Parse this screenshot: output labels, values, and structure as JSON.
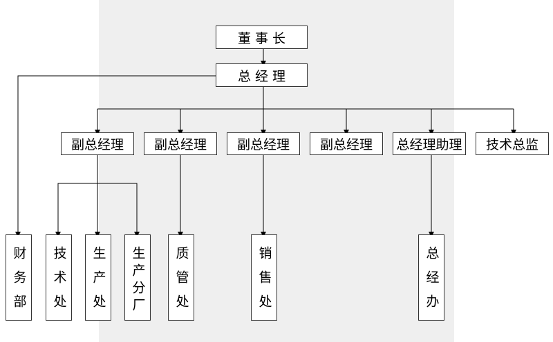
{
  "chairman": "董事长",
  "general_manager": "总经理",
  "level2": [
    "副总经理",
    "副总经理",
    "副总经理",
    "副总经理",
    "总经理助理",
    "技术总监"
  ],
  "departments": {
    "finance": "财务部",
    "tech": "技术处",
    "production": "生产处",
    "factory": "生产分厂",
    "quality": "质管处",
    "sales": "销售处",
    "gm_office": "总经办"
  }
}
